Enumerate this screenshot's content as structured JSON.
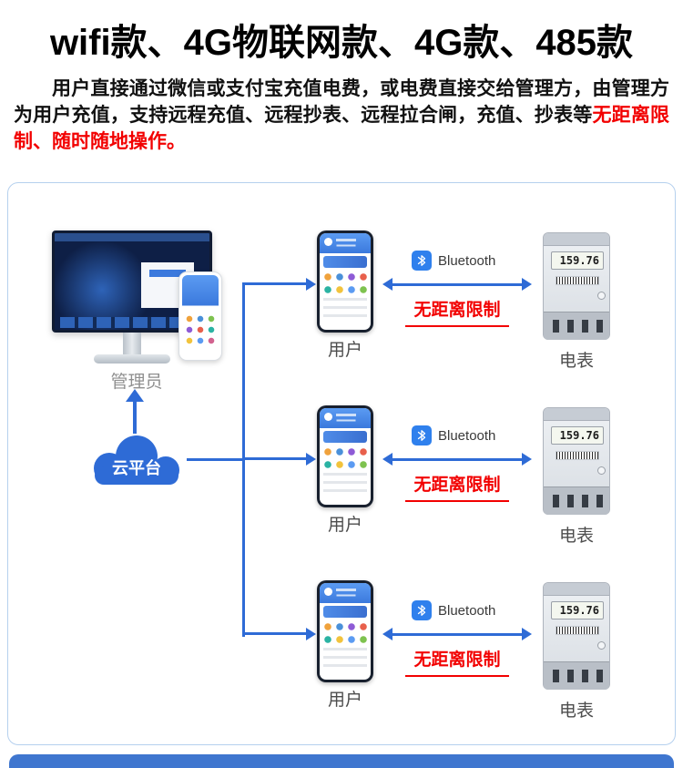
{
  "page": {
    "title": "wifi款、4G物联网款、4G款、485款",
    "intro": {
      "normal": "用户直接通过微信或支付宝充值电费，或电费直接交给管理方，由管理方为用户充值，支持远程充值、远程抄表、远程拉合闸，充值、抄表等",
      "highlight": "无距离限制、随时随地操作。"
    }
  },
  "diagram": {
    "admin": {
      "label": "管理员"
    },
    "cloud": {
      "label": "云平台"
    },
    "rows": [
      {
        "user_label": "用户",
        "bluetooth_label": "Bluetooth",
        "no_distance_label": "无距离限制",
        "meter_label": "电表",
        "meter_reading": "159.76"
      },
      {
        "user_label": "用户",
        "bluetooth_label": "Bluetooth",
        "no_distance_label": "无距离限制",
        "meter_label": "电表",
        "meter_reading": "159.76"
      },
      {
        "user_label": "用户",
        "bluetooth_label": "Bluetooth",
        "no_distance_label": "无距离限制",
        "meter_label": "电表",
        "meter_reading": "159.76"
      }
    ]
  },
  "colors": {
    "accent_blue": "#2e6bd6",
    "bluetooth_blue": "#2f80ed",
    "highlight_red": "#f20000",
    "panel_border": "#b5d0ee",
    "bottom_bar": "#3f76cf"
  }
}
